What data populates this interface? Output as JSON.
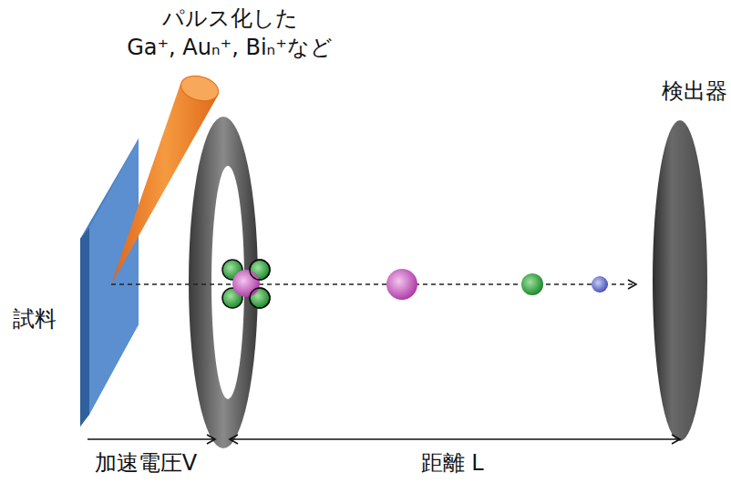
{
  "diagram": {
    "labels": [
      "パルス化した",
      "Ga⁺, Auₙ⁺, Biₙ⁺など",
      "検出器",
      "試料",
      "加速電圧V",
      "距離 L"
    ]
  }
}
